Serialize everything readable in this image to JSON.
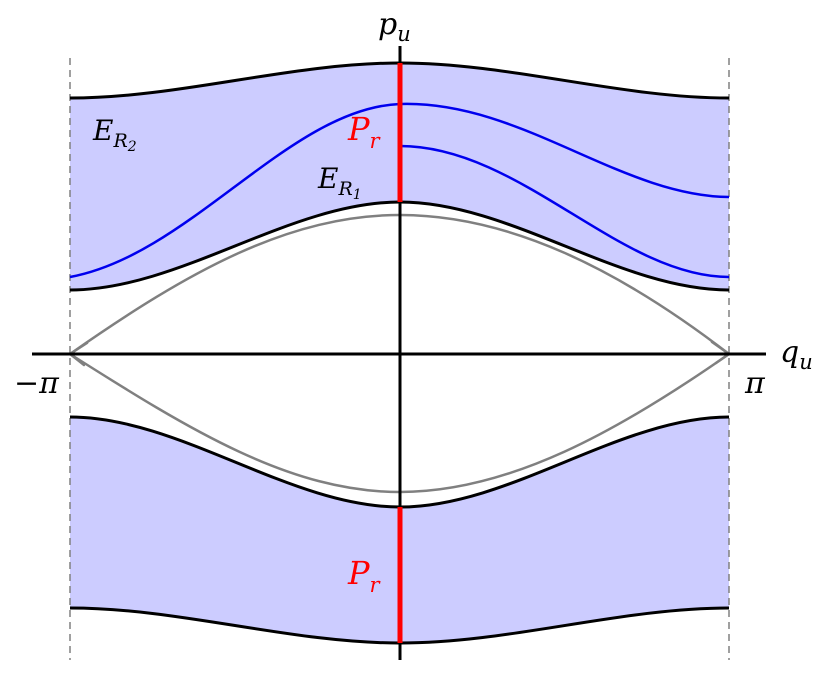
{
  "axes": {
    "vertical_label": "p",
    "vertical_label_sub": "u",
    "horizontal_label": "q",
    "horizontal_label_sub": "u",
    "left_tick": "−π",
    "right_tick": "π"
  },
  "regions": {
    "outer_region_label": "E",
    "outer_region_sub": "R",
    "outer_region_subsub": "2",
    "inner_region_label": "E",
    "inner_region_sub": "R",
    "inner_region_subsub": "1",
    "section_label": "P",
    "section_label_sub": "r"
  },
  "colors": {
    "region_fill": "#ccccff",
    "boundary_curve": "#000000",
    "trajectory_curve": "#0000ee",
    "separatrix_curve": "#808080",
    "section_line": "#ff0000",
    "period_line": "#808080"
  }
}
